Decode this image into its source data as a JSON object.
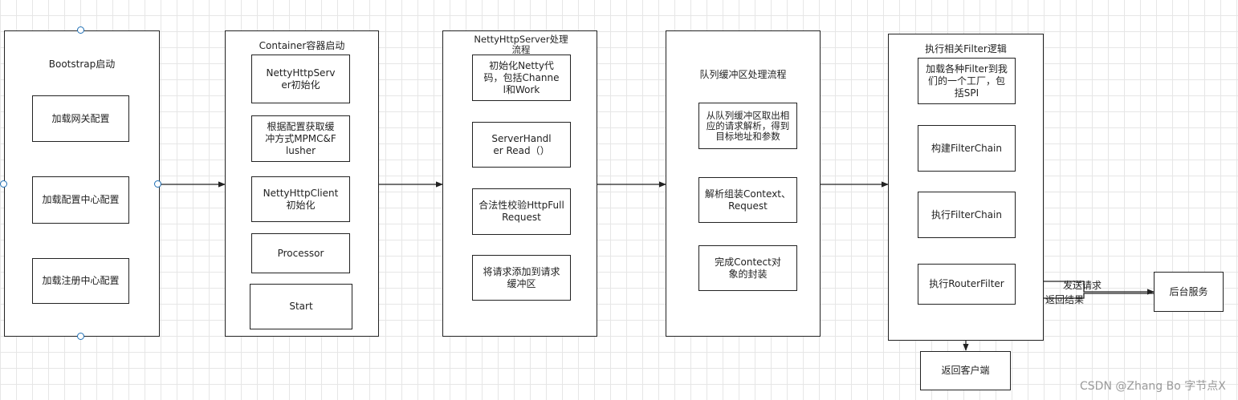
{
  "bootstrap": {
    "title": "Bootstrap启动",
    "steps": [
      "加载网关配置",
      "加载配置中心配置",
      "加载注册中心配置"
    ]
  },
  "container": {
    "title": "Container容器启动",
    "steps": [
      "NettyHttpServer初始化",
      "根据配置获取缓冲方式MPMC&Flusher",
      "NettyHttpClient初始化",
      "Processor",
      "Start"
    ]
  },
  "netty_server": {
    "title": "NettyHttpServer处理流程",
    "steps": [
      "初始化Netty代码，包括Channel和Work",
      "ServerHandler Read（）",
      "合法性校验HttpFullRequest",
      "将请求添加到请求缓冲区"
    ]
  },
  "queue": {
    "title": "队列缓冲区处理流程",
    "steps": [
      "从队列缓冲区取出相应的请求解析，得到目标地址和参数",
      "解析组装Context、Request",
      "完成Contect对象的封装"
    ]
  },
  "filter": {
    "title": "执行相关Filter逻辑",
    "steps": [
      "加载各种Filter到我们的一个工厂，包括SPI",
      "构建FilterChain",
      "执行FilterChain",
      "执行RouterFilter"
    ]
  },
  "backend": {
    "label": "后台服务"
  },
  "return_client": {
    "label": "返回客户端"
  },
  "edges": {
    "send_request": "发送请求",
    "return_result": "返回结果"
  },
  "watermark": "CSDN @Zhang Bo 字节点X"
}
